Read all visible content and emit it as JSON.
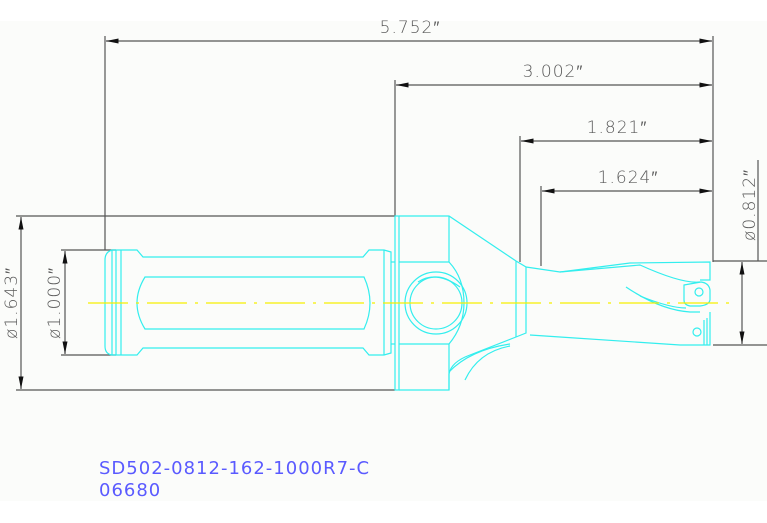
{
  "drawing": {
    "type": "technical drawing - indexable drill",
    "colors": {
      "background": "#fbfcfa",
      "part_outline": "#33eeee",
      "centerline": "#f5f000",
      "dimension": "#555555",
      "label": "#5a5aff"
    },
    "dimensions": {
      "overall_length": "5.752″",
      "body_length": "3.002″",
      "flute_length": "1.821″",
      "max_drill_depth": "1.624″",
      "drill_diameter": "ø0.812″",
      "flange_diameter": "ø1.643″",
      "shank_diameter": "ø1.000″"
    },
    "part_number": "SD502-0812-162-1000R7-C",
    "part_code": "06680"
  }
}
